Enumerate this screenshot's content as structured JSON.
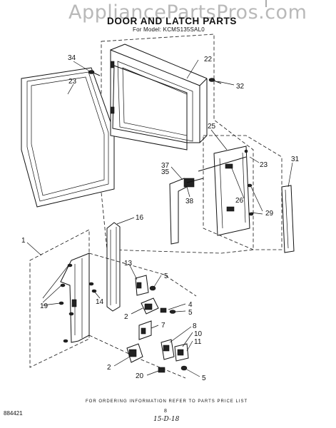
{
  "watermark": "AppliancePartsPros.com",
  "title": "DOOR AND LATCH PARTS",
  "subtitle": "For Model: KCMS135SAL0",
  "footer_note": "FOR ORDERING INFORMATION REFER TO PARTS PRICE LIST",
  "doc_number": "884421",
  "page_number": "8",
  "handwritten_date": "15-D-18",
  "callouts": {
    "c34": "34",
    "c23": "23",
    "c22": "22",
    "c32": "32",
    "c25": "25",
    "c23b": "23",
    "c31": "31",
    "c37": "37",
    "c35": "35",
    "c38": "38",
    "c26": "26",
    "c29": "29",
    "c16": "16",
    "c1": "1",
    "c13": "13",
    "c5a": "5",
    "c19": "19",
    "c14": "14",
    "c2a": "2",
    "c4": "4",
    "c5b": "5",
    "c7": "7",
    "c8": "8",
    "c10": "10",
    "c11": "11",
    "c2b": "2",
    "c20": "20",
    "c5c": "5"
  }
}
